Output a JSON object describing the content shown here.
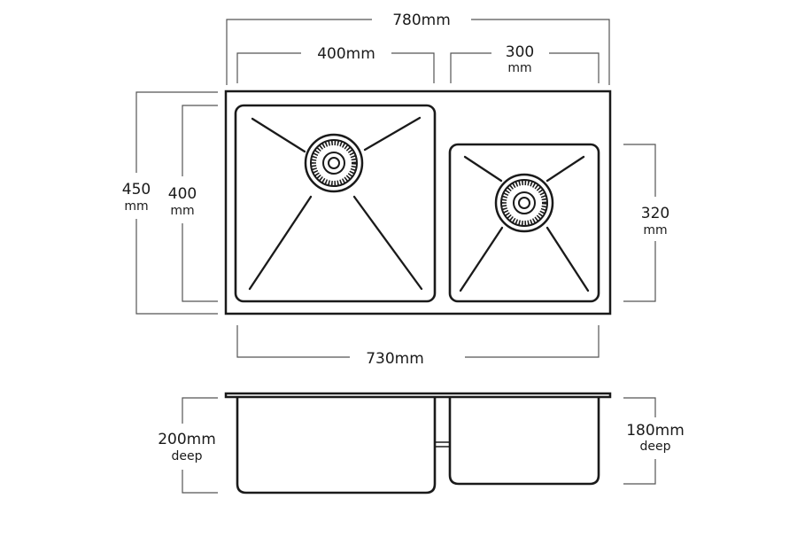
{
  "top_view": {
    "overall_width": "780mm",
    "left_bowl_width": "400mm",
    "right_bowl_width_value": "300",
    "right_bowl_width_unit": "mm",
    "overall_depth_value": "450",
    "overall_depth_unit": "mm",
    "left_bowl_depth_value": "400",
    "left_bowl_depth_unit": "mm",
    "right_bowl_depth_value": "320",
    "right_bowl_depth_unit": "mm",
    "underside_width": "730mm"
  },
  "side_view": {
    "left_depth_value": "200mm",
    "left_depth_unit": "deep",
    "right_depth_value": "180mm",
    "right_depth_unit": "deep"
  },
  "colors": {
    "line": "#1a1a1a",
    "dimension_line": "#555555",
    "background": "#ffffff"
  }
}
